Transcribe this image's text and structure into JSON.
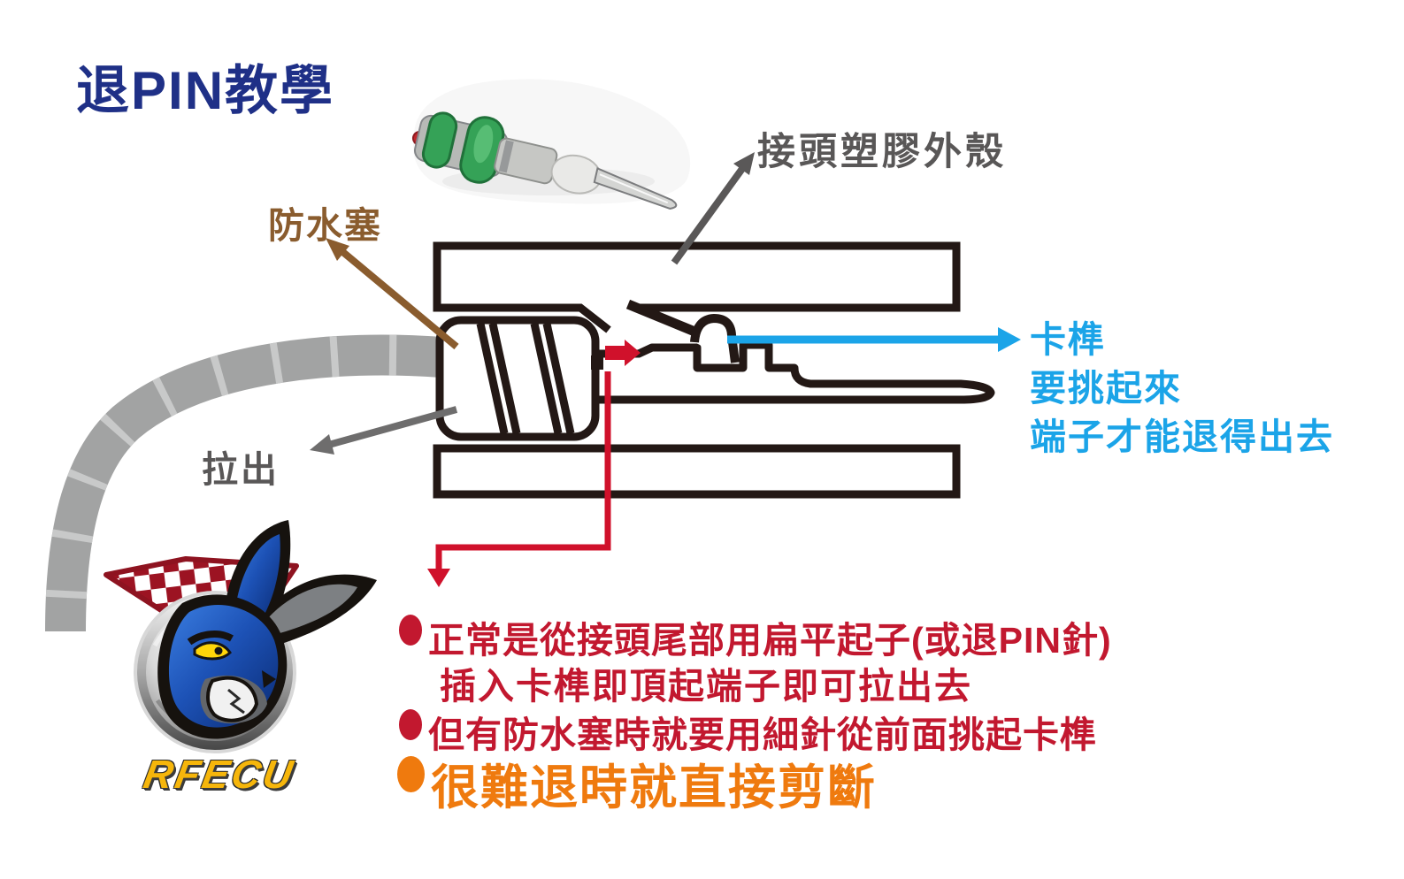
{
  "title": "退PIN教學",
  "labels": {
    "housing_shell": "接頭塑膠外殼",
    "waterproof_plug": "防水塞",
    "pull_out": "拉出",
    "latch_line1": "卡榫",
    "latch_line2": "要挑起來",
    "latch_line3": "端子才能退得出去"
  },
  "notes": {
    "item1_line1": "正常是從接頭尾部用扁平起子(或退PIN針)",
    "item1_line2": "插入卡榫即頂起端子即可拉出去",
    "item2": "但有防水塞時就要用細針從前面挑起卡榫",
    "item3": "很難退時就直接剪斷"
  },
  "logo": {
    "brand": "RFECU"
  },
  "icons": {
    "diagram": "connector-cross-section-diagram",
    "photo": "terminal-pin-photo",
    "logo": "rfecu-rabbit-logo"
  },
  "colors": {
    "title_blue": "#1f3087",
    "label_gray": "#595757",
    "brown": "#8a5c2e",
    "latch_blue": "#1ba4e8",
    "note_red": "#c2182f",
    "note_orange": "#ef7a0e",
    "line_black": "#231815",
    "cable_gray": "#a2a3a3"
  }
}
